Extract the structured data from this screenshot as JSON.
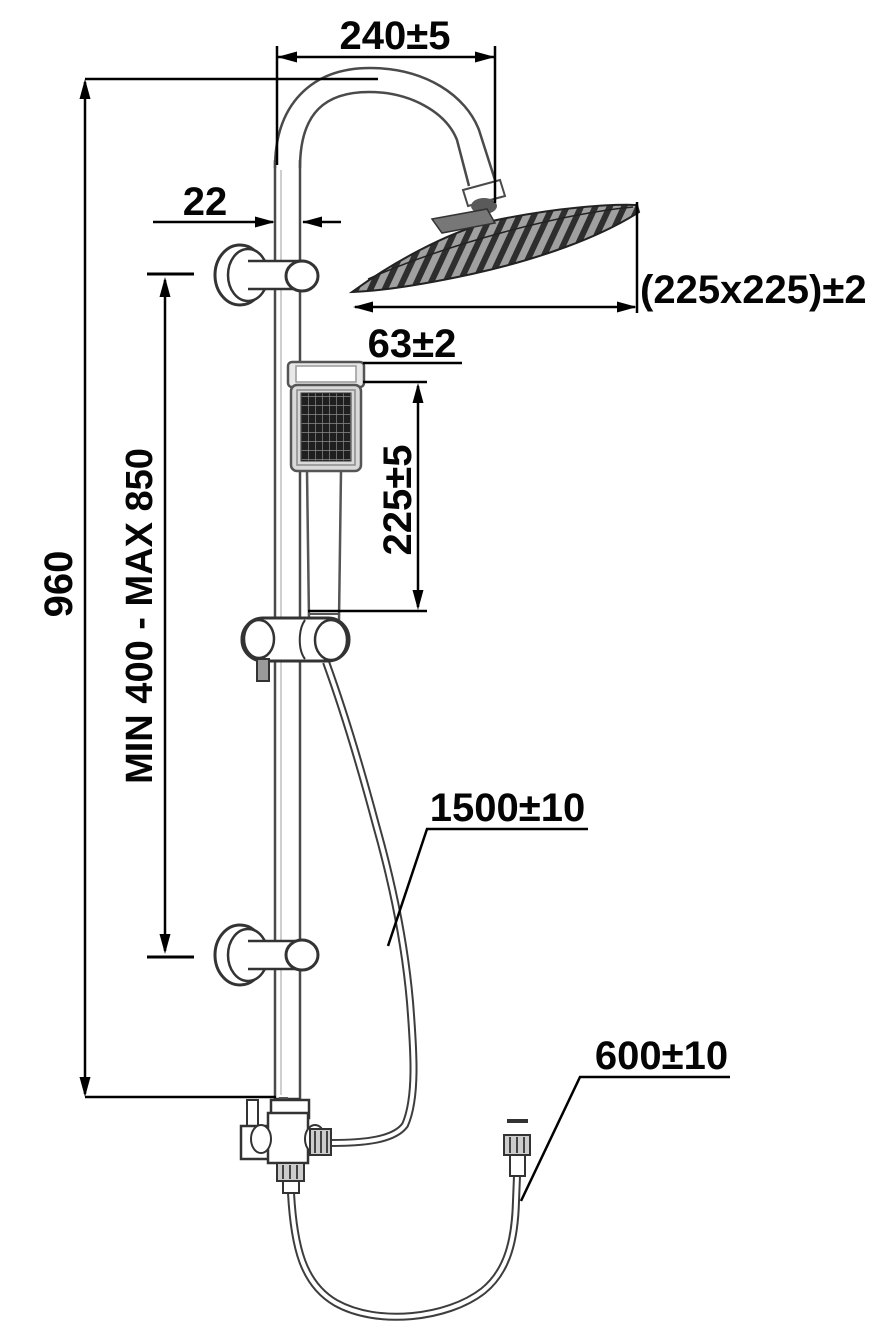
{
  "diagram": {
    "title": "Shower column technical drawing",
    "dimensions": {
      "arm_reach": {
        "label": "240±5",
        "unit": "mm",
        "orientation": "horizontal"
      },
      "pipe_width": {
        "label": "22",
        "unit": "mm",
        "orientation": "horizontal"
      },
      "head_size": {
        "label": "(225x225)±2",
        "unit": "mm",
        "orientation": "horizontal"
      },
      "handset_width": {
        "label": "63±2",
        "unit": "mm",
        "orientation": "horizontal"
      },
      "handset_length": {
        "label": "225±5",
        "unit": "mm",
        "orientation": "vertical"
      },
      "column_height": {
        "label": "960",
        "unit": "mm",
        "orientation": "vertical"
      },
      "bracket_spacing": {
        "label": "MIN 400 - MAX 850",
        "unit": "mm",
        "orientation": "vertical"
      },
      "long_hose": {
        "label": "1500±10",
        "unit": "mm",
        "orientation": "leader"
      },
      "short_hose": {
        "label": "600±10",
        "unit": "mm",
        "orientation": "leader"
      }
    },
    "colors": {
      "background": "#ffffff",
      "dimension_lines": "#000000",
      "product_lines": "#4a4a4a",
      "shower_face_dark": "#2b2b2b"
    }
  }
}
